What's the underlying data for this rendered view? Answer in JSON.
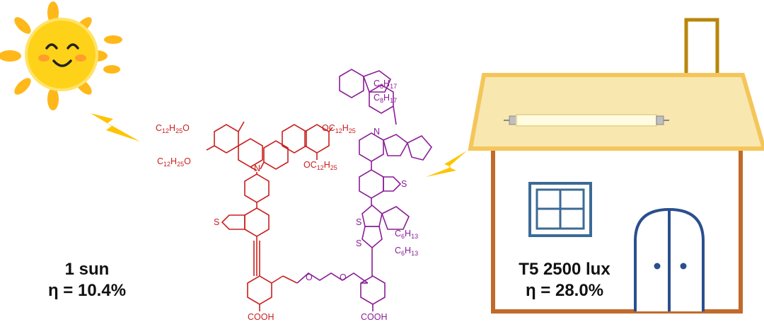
{
  "sun_condition": {
    "label": "1 sun",
    "efficiency": "η = 10.4%"
  },
  "indoor_condition": {
    "label": "T5 2500 lux",
    "efficiency": "η = 28.0%"
  },
  "molecule": {
    "donor_groups": [
      "C12H25O",
      "C12H25O",
      "OC12H25",
      "OC12H25"
    ],
    "fluorene_chains": [
      "C8H17",
      "C8H17"
    ],
    "hexyl_chains": [
      "C6H13",
      "C6H13"
    ],
    "atoms": {
      "nitrogen": "N",
      "sulfur": "S",
      "oxygen": "O"
    },
    "anchors": [
      "COOH",
      "COOH"
    ]
  },
  "colors": {
    "red_dye": "#c8201e",
    "purple_dye": "#8a1d96",
    "sun": "#ffd21a",
    "sun_rays": "#ffb81a",
    "house_wall": "#c06a2b",
    "roof": "#f9e7b0",
    "roof_border": "#f4c65a",
    "chimney": "#b8860b",
    "window": "#3c6a96",
    "door": "#2a4f8f",
    "lightning": "#ffc400"
  }
}
